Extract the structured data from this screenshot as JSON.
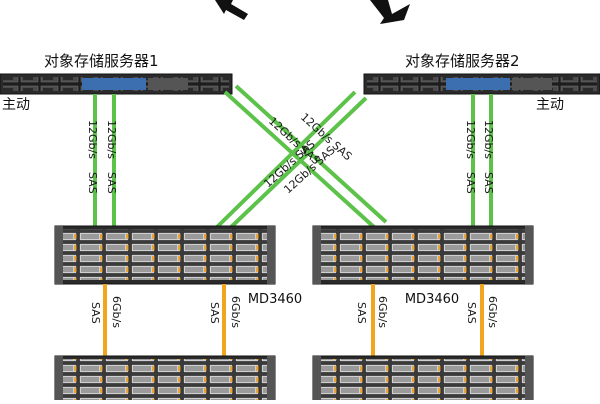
{
  "servers": [
    {
      "name": "对象存储服务器1",
      "role": "主动"
    },
    {
      "name": "对象存储服务器2",
      "role": "主动"
    }
  ],
  "links": {
    "sas12_a": "12Gb/s",
    "sas12_b": "SAS",
    "cross_a": "12Gb/s SAS",
    "cross_b": "12Gb/s SAS",
    "sas6_a": "6Gb/s",
    "sas6_b": "SAS"
  },
  "enclosures": [
    {
      "model": "MD3460"
    },
    {
      "model": "MD3460"
    }
  ],
  "colors": {
    "green": "#5cc24a",
    "orange": "#f2a51f",
    "black": "#111111"
  },
  "icons": [
    "arrow-down-right-icon",
    "arrow-down-left-icon",
    "server-rack-icon",
    "storage-enclosure-icon"
  ]
}
